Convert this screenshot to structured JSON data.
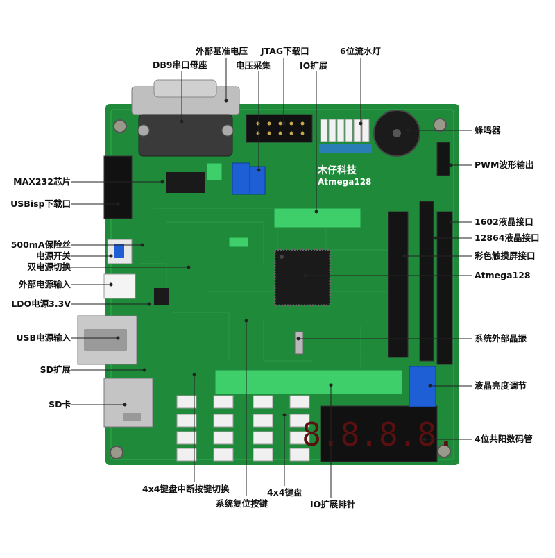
{
  "board": {
    "brand_text": "木仔科技",
    "chip_text": "Atmega128",
    "colors": {
      "pcb": "#1f8a3a",
      "pcb_dark": "#146b2b",
      "silk": "#e8f5e8",
      "header_black": "#1a1a1a",
      "terminal_green": "#3fcf6a",
      "pot_blue": "#1f5fd6",
      "leader_line": "#222222"
    }
  },
  "labels": {
    "ext_ref_voltage": "外部基准电压",
    "jtag_download": "JTAG下载口",
    "led_6": "6位流水灯",
    "db9": "DB9串口母座",
    "voltage_sample": "电压采集",
    "io_expand_top": "IO扩展",
    "buzzer": "蜂鸣器",
    "pwm_output": "PWM波形输出",
    "max232": "MAX232芯片",
    "usbisp": "USBisp下载口",
    "lcd1602": "1602液晶接口",
    "lcd12864": "12864液晶接口",
    "fuse": "500mA保险丝",
    "power_switch": "电源开关",
    "dual_power": "双电源切换",
    "color_touch": "彩色触摸屏接口",
    "atmega128": "Atmega128",
    "ext_power": "外部电源输入",
    "ldo": "LDO电源3.3V",
    "usb_power": "USB电源输入",
    "crystal": "系统外部晶振",
    "sd_expand": "SD扩展",
    "lcd_brightness": "液晶亮度调节",
    "sd_card": "SD卡",
    "seg4": "4位共阳数码管",
    "interrupt_switch": "4x4键盘中断按键切换",
    "keyboard": "4x4键盘",
    "reset_key": "系统复位按键",
    "io_header": "IO扩展排针"
  }
}
